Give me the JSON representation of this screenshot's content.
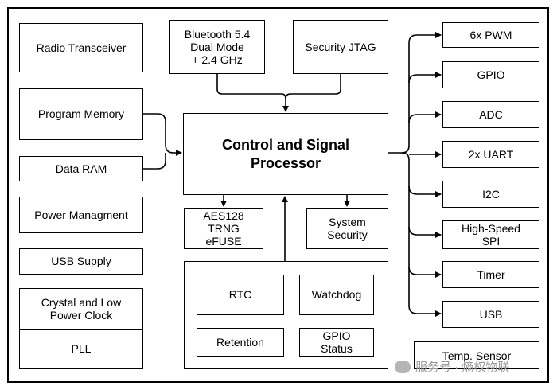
{
  "diagram": {
    "radio_transceiver": "Radio Transceiver",
    "bluetooth": "Bluetooth 5.4\nDual Mode\n+ 2.4 GHz",
    "security_jtag": "Security JTAG",
    "program_memory": "Program Memory",
    "data_ram": "Data RAM",
    "power_management": "Power Managment",
    "usb_supply": "USB Supply",
    "crystal_clock": "Crystal and Low\nPower Clock",
    "pll": "PLL",
    "core": "Control and Signal\nProcessor",
    "aes": "AES128\nTRNG\neFUSE",
    "system_security": "System\nSecurity",
    "rtc": "RTC",
    "watchdog": "Watchdog",
    "retention": "Retention",
    "gpio_status": "GPIO\nStatus",
    "temp_sensor": "Temp. Sensor",
    "peripherals": [
      "6x PWM",
      "GPIO",
      "ADC",
      "2x UART",
      "I2C",
      "High-Speed\nSPI",
      "Timer",
      "USB"
    ]
  },
  "watermark": "服务号 · 熵权物联"
}
